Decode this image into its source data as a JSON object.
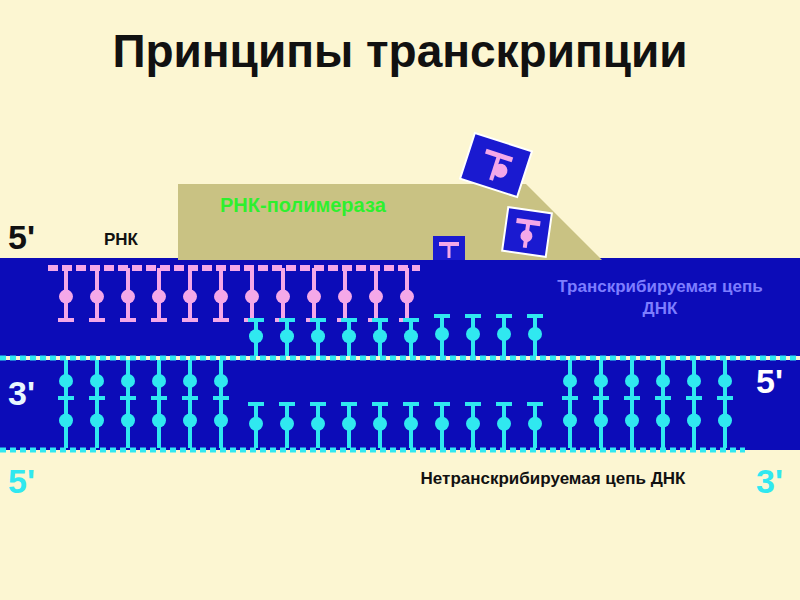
{
  "diagram": {
    "title": "Принципы транскрипции",
    "nodes": [
      {
        "text": [
          "РНК-полимераза"
        ]
      }
    ],
    "labels": [
      "5'",
      "РНК",
      "Транскрибируемая цепь ДНК",
      "3'",
      "5'",
      "5'",
      "Нетранскрибируемая цепь ДНК",
      "3'"
    ]
  }
}
